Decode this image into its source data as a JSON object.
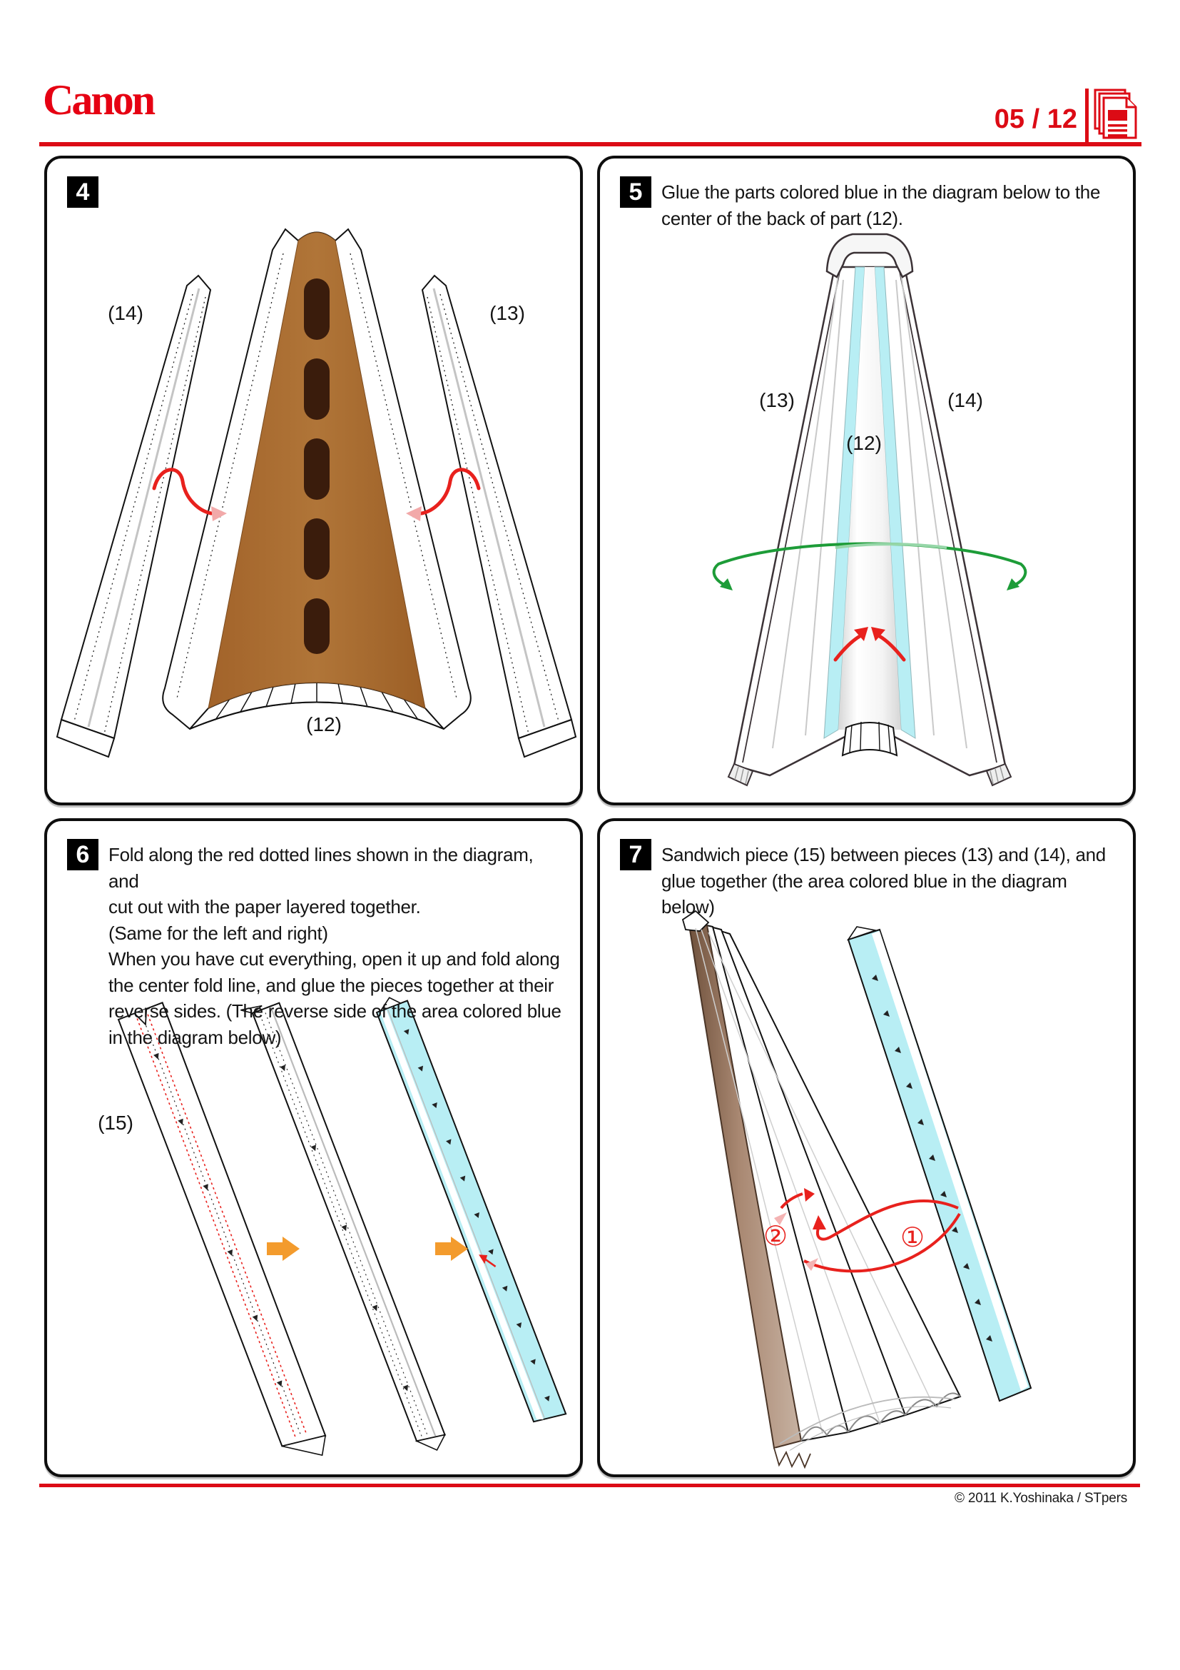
{
  "header": {
    "brand": "Canon",
    "page_indicator": "05 / 12"
  },
  "panels": {
    "step4": {
      "number": "4",
      "labels": {
        "left": "(14)",
        "right": "(13)",
        "bottom": "(12)"
      }
    },
    "step5": {
      "number": "5",
      "instruction_lines": [
        "Glue the parts colored blue in the diagram below to the",
        "center of the back of part (12)."
      ],
      "labels": {
        "left": "(13)",
        "right": "(14)",
        "center": "(12)"
      }
    },
    "step6": {
      "number": "6",
      "instruction_lines": [
        "Fold along the red dotted lines shown in the diagram, and",
        "cut out with the paper layered together.",
        "(Same for the left and right)",
        "When you have cut everything, open it up and fold along",
        "the center fold line, and glue the pieces together at their",
        "reverse sides. (The reverse side of the area colored blue",
        "in the diagram below)"
      ],
      "labels": {
        "part": "(15)"
      }
    },
    "step7": {
      "number": "7",
      "instruction_lines": [
        "Sandwich piece (15) between pieces (13) and (14), and",
        "glue together (the area colored blue in the diagram below)"
      ],
      "labels": {
        "order_first": "①",
        "order_second": "②"
      }
    }
  },
  "footer": {
    "copyright": "© 2011 K.Yoshinaka / STpers"
  },
  "colors": {
    "canon_red": "#e60012",
    "rule_red": "#dc0b15",
    "arrow_red": "#e8211d",
    "glue_cyan": "#b8eef4",
    "wood_brown": "#a5672f",
    "hole_brown": "#3a1c0c",
    "step_arrow_orange": "#f39b2d",
    "wrap_arrow_green": "#1d9c38"
  }
}
